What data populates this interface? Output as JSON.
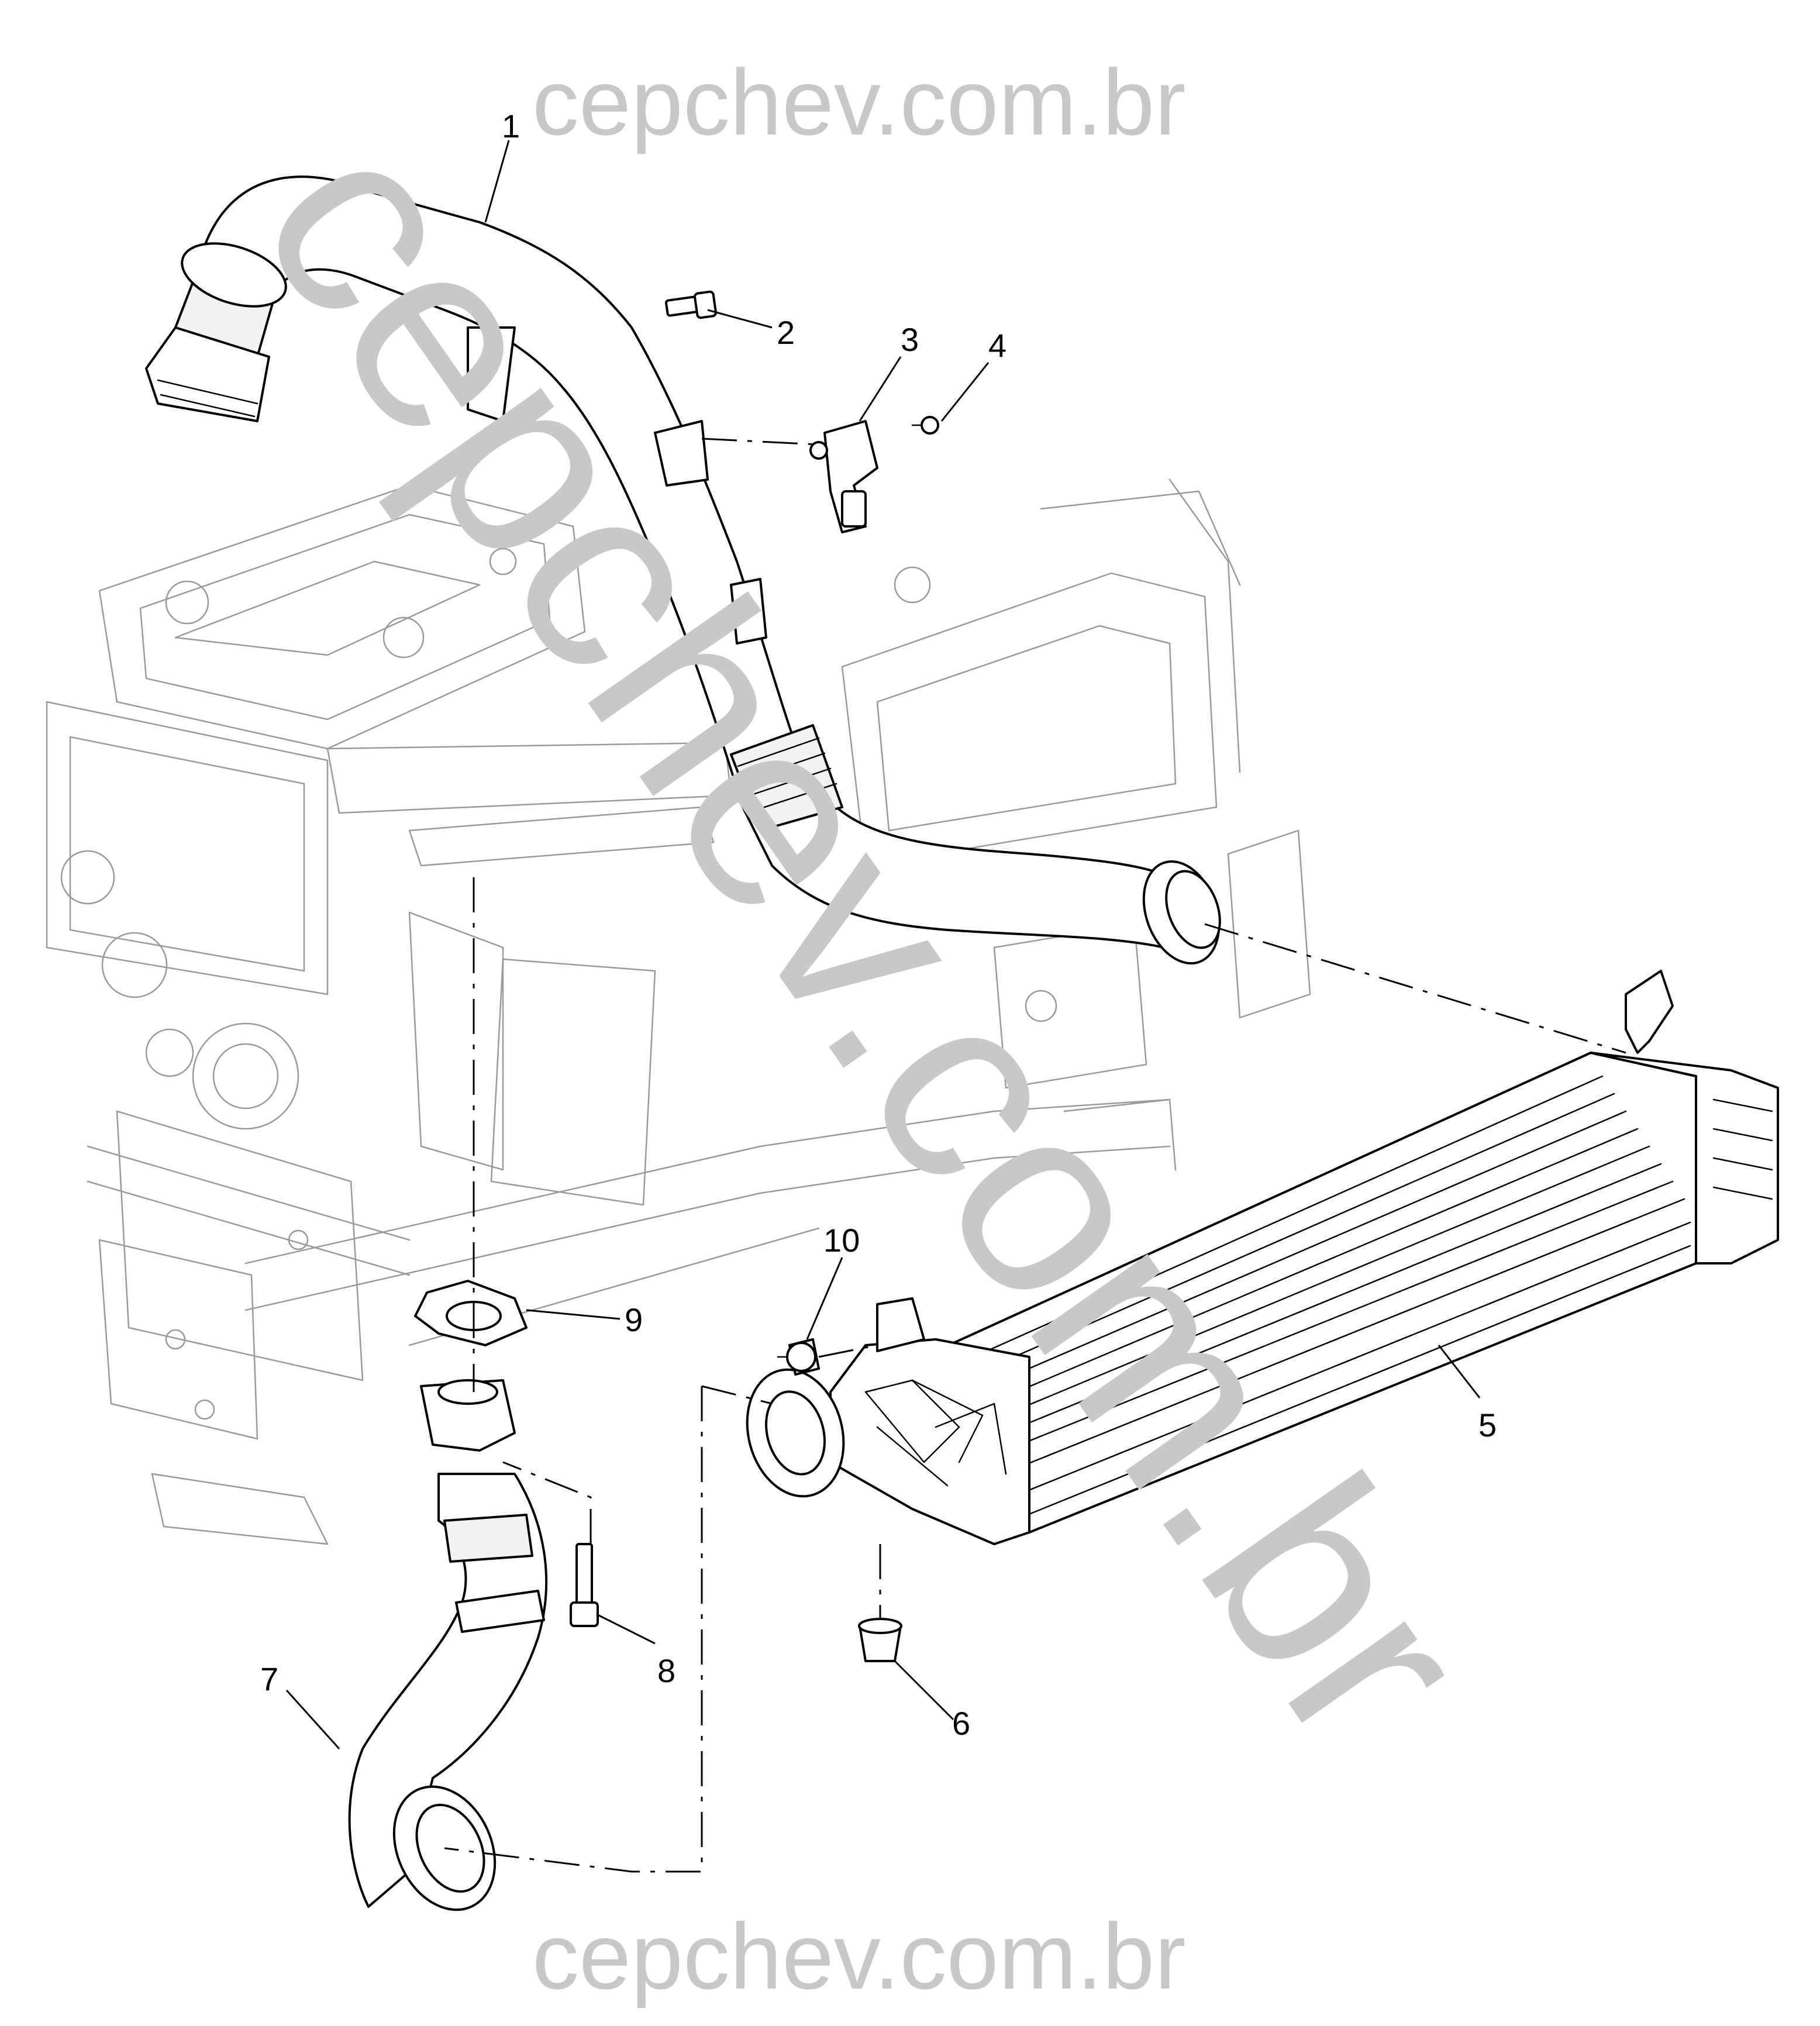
{
  "watermark": {
    "top": "cepchev.com.br",
    "bottom": "cepchev.com.br",
    "diagonal": "cepchev.com.br",
    "color": "#c8c8c8"
  },
  "callouts": [
    {
      "id": "1",
      "label": "1"
    },
    {
      "id": "2",
      "label": "2"
    },
    {
      "id": "3",
      "label": "3"
    },
    {
      "id": "4",
      "label": "4"
    },
    {
      "id": "5",
      "label": "5"
    },
    {
      "id": "6",
      "label": "6"
    },
    {
      "id": "7",
      "label": "7"
    },
    {
      "id": "8",
      "label": "8"
    },
    {
      "id": "9",
      "label": "9"
    },
    {
      "id": "10",
      "label": "10"
    }
  ]
}
